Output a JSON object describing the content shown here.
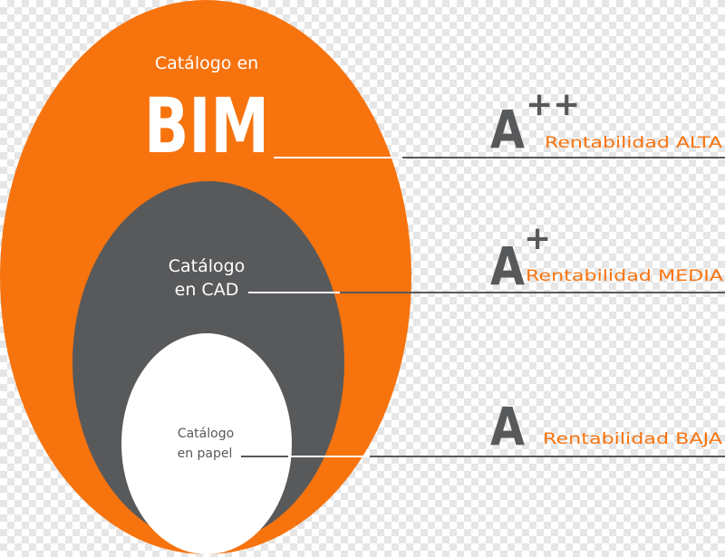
{
  "colors": {
    "outer": "#f7730e",
    "middle": "#58595b",
    "inner": "#ffffff",
    "grade": "#58595b",
    "level_label": "#f7730e",
    "leader_light": "#ffffff",
    "leader_dark": "#58595b"
  },
  "levels": [
    {
      "title_small": "Catálogo en",
      "title_big": "BIM",
      "grade": "A",
      "grade_sup": "++",
      "label": "Rentabilidad ALTA"
    },
    {
      "title_line1": "Catálogo",
      "title_line2": "en CAD",
      "grade": "A",
      "grade_sup": "+",
      "label": "Rentabilidad MEDIA"
    },
    {
      "title_line1": "Catálogo",
      "title_line2": "en papel",
      "grade": "A",
      "grade_sup": "",
      "label": "Rentabilidad BAJA"
    }
  ]
}
